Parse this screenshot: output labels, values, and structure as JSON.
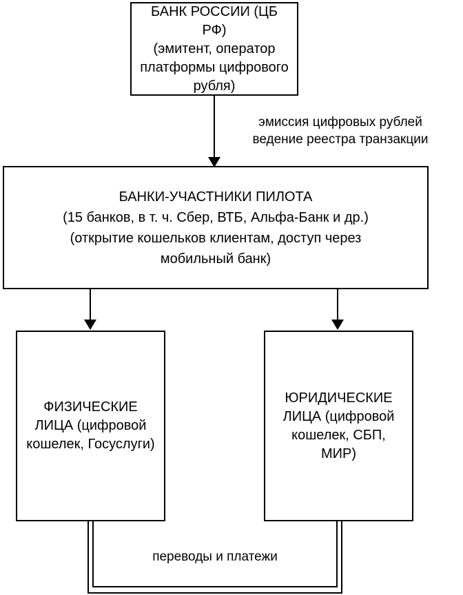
{
  "diagram": {
    "title_context": "Digital ruble pilot scheme",
    "colors": {
      "background": "#ffffff",
      "line": "#000000",
      "text": "#000000"
    },
    "central_bank_box": {
      "text": [
        "БАНК РОССИИ (ЦБ",
        "РФ)",
        "(эмитент, оператор",
        "платформы цифрового",
        "рубля)"
      ]
    },
    "emission_label": {
      "text": [
        "эмиссия цифровых рублей",
        "ведение реестра транзакции"
      ]
    },
    "pilot_banks_box": {
      "text": [
        "БАНКИ-УЧАСТНИКИ ПИЛОТА",
        "(15 банков, в т. ч. Сбер, ВТБ, Альфа-Банк и др.)",
        "(открытие кошельков клиентам, доступ через",
        "мобильный банк)"
      ]
    },
    "individuals_box": {
      "text": [
        "ФИЗИЧЕСКИЕ",
        "ЛИЦА (цифровой",
        "кошелек, Госуслуги)"
      ]
    },
    "legal_entities_box": {
      "text": [
        "ЮРИДИЧЕСКИЕ",
        "ЛИЦА (цифровой",
        "кошелек, СБП,",
        "МИР)"
      ]
    },
    "transfers_label": {
      "text": "переводы и платежи"
    }
  }
}
